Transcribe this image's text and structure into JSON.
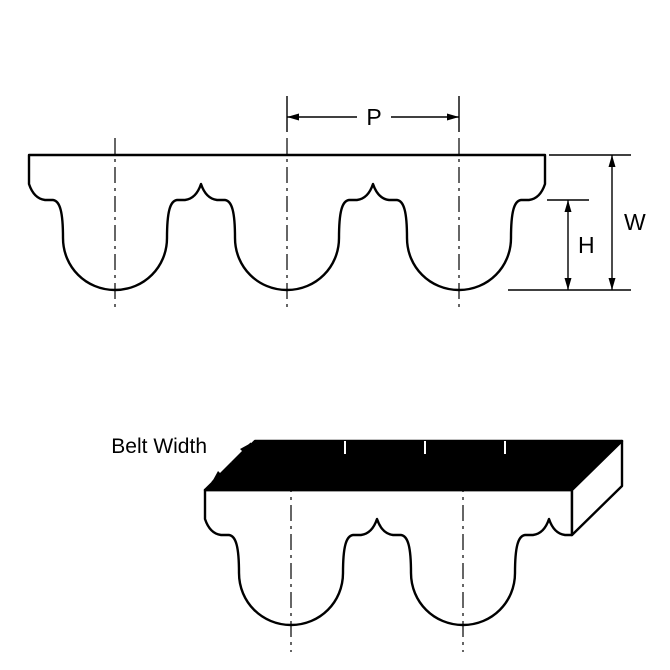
{
  "diagram": {
    "labels": {
      "pitch": "P",
      "overall_height": "W",
      "tooth_height": "H",
      "belt_width": "Belt Width"
    },
    "colors": {
      "line": "#000000",
      "belt_fill": "#ffffff",
      "top_face_fill": "#000000",
      "side_face_fill": "#ffffff",
      "background": "#ffffff"
    }
  }
}
